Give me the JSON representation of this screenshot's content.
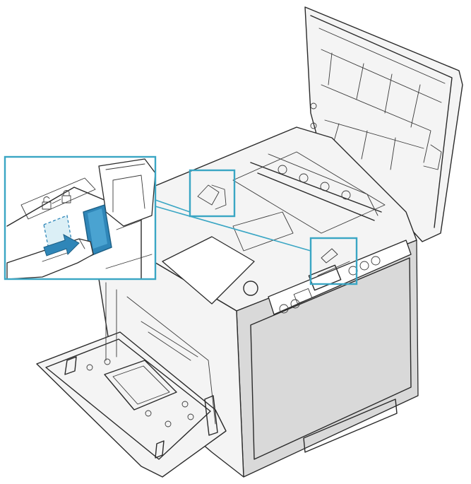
{
  "colors": {
    "accent": "#3aa6c4",
    "printer_body": "#f4f4f4",
    "side_panel": "#d9d9d9",
    "arrow": "#2f86b8",
    "outline": "#2a2a2a"
  },
  "icons": {
    "zoom_lock_icon": "padlock",
    "zoom_unlock_icon": "open-padlock",
    "push_arrow": "arrow-right"
  },
  "diagram": {
    "subject": "printer",
    "callout_count": 3,
    "states": {
      "top_cover": "open",
      "front_door": "open",
      "inset_lever": "pushed"
    }
  }
}
